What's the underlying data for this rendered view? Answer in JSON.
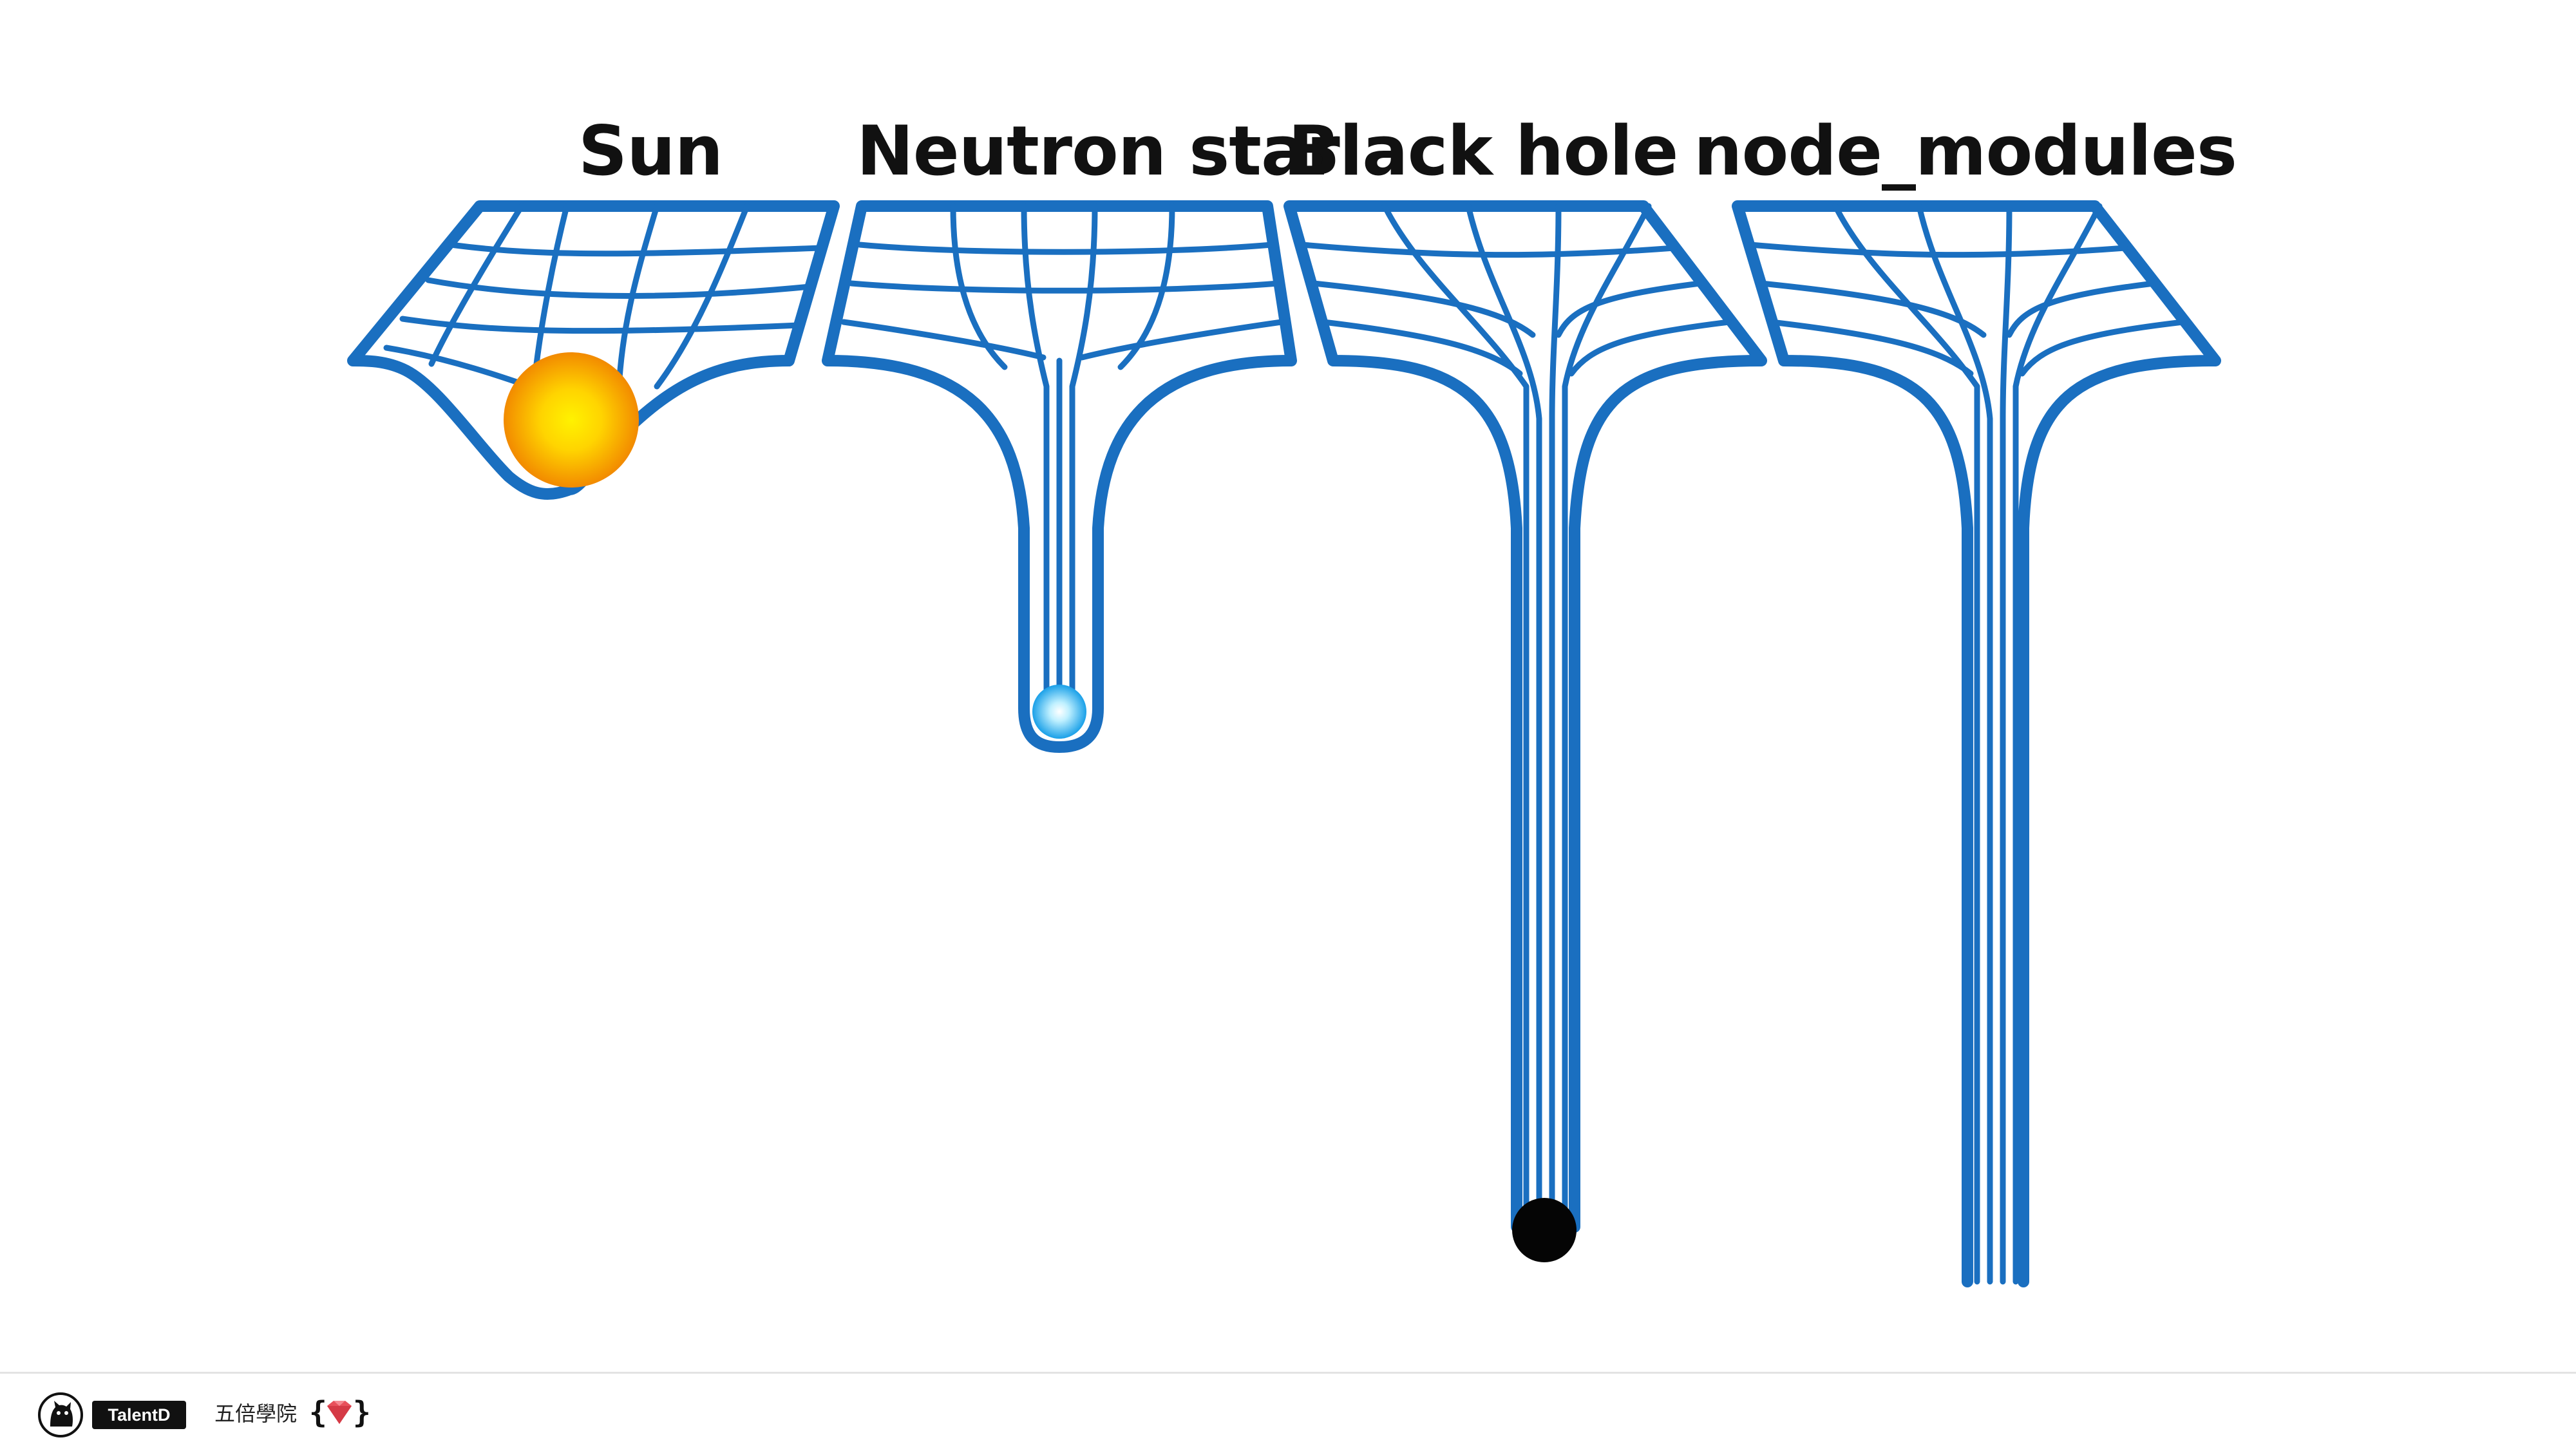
{
  "labels": {
    "sun": "Sun",
    "neutron_star": "Neutron star",
    "black_hole": "Black hole",
    "node_modules": "node_modules"
  },
  "footer": {
    "badge_text": "TalentD",
    "org_name": "五倍學院",
    "logo_icon": "cat-icon",
    "mark_icon": "ruby-gem-brace-icon"
  },
  "colors": {
    "grid_blue": "#1a6fc0",
    "sun_core": "#ffe600",
    "sun_edge": "#f28a00",
    "neutron_core": "#ffffff",
    "neutron_edge": "#1aa0e8",
    "black_hole": "#050505",
    "ruby": "#e8505b",
    "text": "#111111"
  }
}
